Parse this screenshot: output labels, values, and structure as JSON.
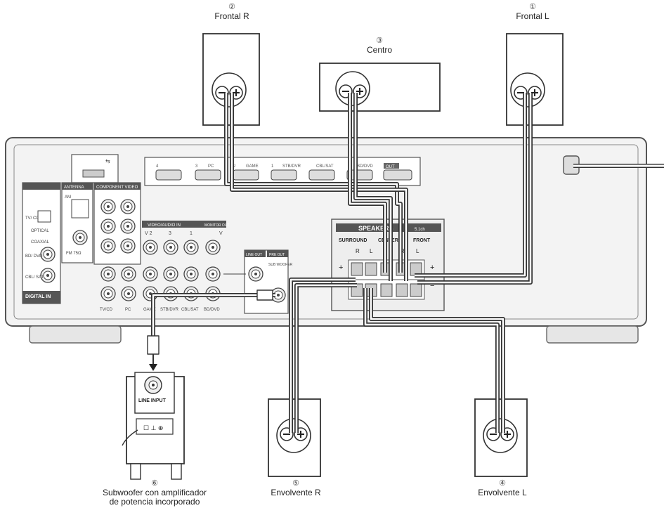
{
  "speakers": {
    "front_r": {
      "number": "②",
      "label": "Frontal R"
    },
    "center": {
      "number": "③",
      "label": "Centro"
    },
    "front_l": {
      "number": "①",
      "label": "Frontal L"
    },
    "surround_r": {
      "number": "⑤",
      "label": "Envolvente R"
    },
    "surround_l": {
      "number": "④",
      "label": "Envolvente L"
    },
    "subwoofer": {
      "number": "⑥",
      "label_line1": "Subwoofer con amplificador",
      "label_line2": "de potencia incorporado"
    }
  },
  "receiver": {
    "speakers_panel_title": "SPEAKERS",
    "speakers_channel": "5.1ch",
    "surround_label": "SURROUND",
    "center_label": "CENTER",
    "front_label": "FRONT",
    "r": "R",
    "l": "L",
    "plus": "+",
    "minus": "−",
    "antenna_label": "ANTENNA",
    "am_label": "AM",
    "fm_label": "FM 75Ω",
    "component_label": "COMPONENT VIDEO",
    "video_audio_in_label": "VIDEO/AUDIO IN",
    "monitor_out_label": "MONITOR OUT",
    "line_out_label": "LINE OUT",
    "pre_out_label": "PRE OUT",
    "subwoofer_label": "SUB WOOFER",
    "digital_in_label": "DIGITAL IN",
    "optical_label": "OPTICAL",
    "coaxial_label": "COAXIAL",
    "tv_cd_label": "TV/ CD",
    "bd_dvd_label": "BD/ DVD",
    "cbl_sat_label": "CBL/ SAT",
    "hdmi_labels": [
      "4",
      "3",
      "PC",
      "2",
      "GAME",
      "1",
      "STB/DVR",
      "CBL/SAT",
      "BD/DVD",
      "OUT"
    ],
    "av_col_labels": [
      "TV/CD",
      "PC",
      "GAME",
      "STB/DVR",
      "CBL/SAT",
      "BD/DVD"
    ],
    "av_top_labels": [
      "V 2",
      "3",
      "1",
      "V"
    ]
  },
  "subwoofer_unit": {
    "line_input_label": "LINE INPUT"
  }
}
